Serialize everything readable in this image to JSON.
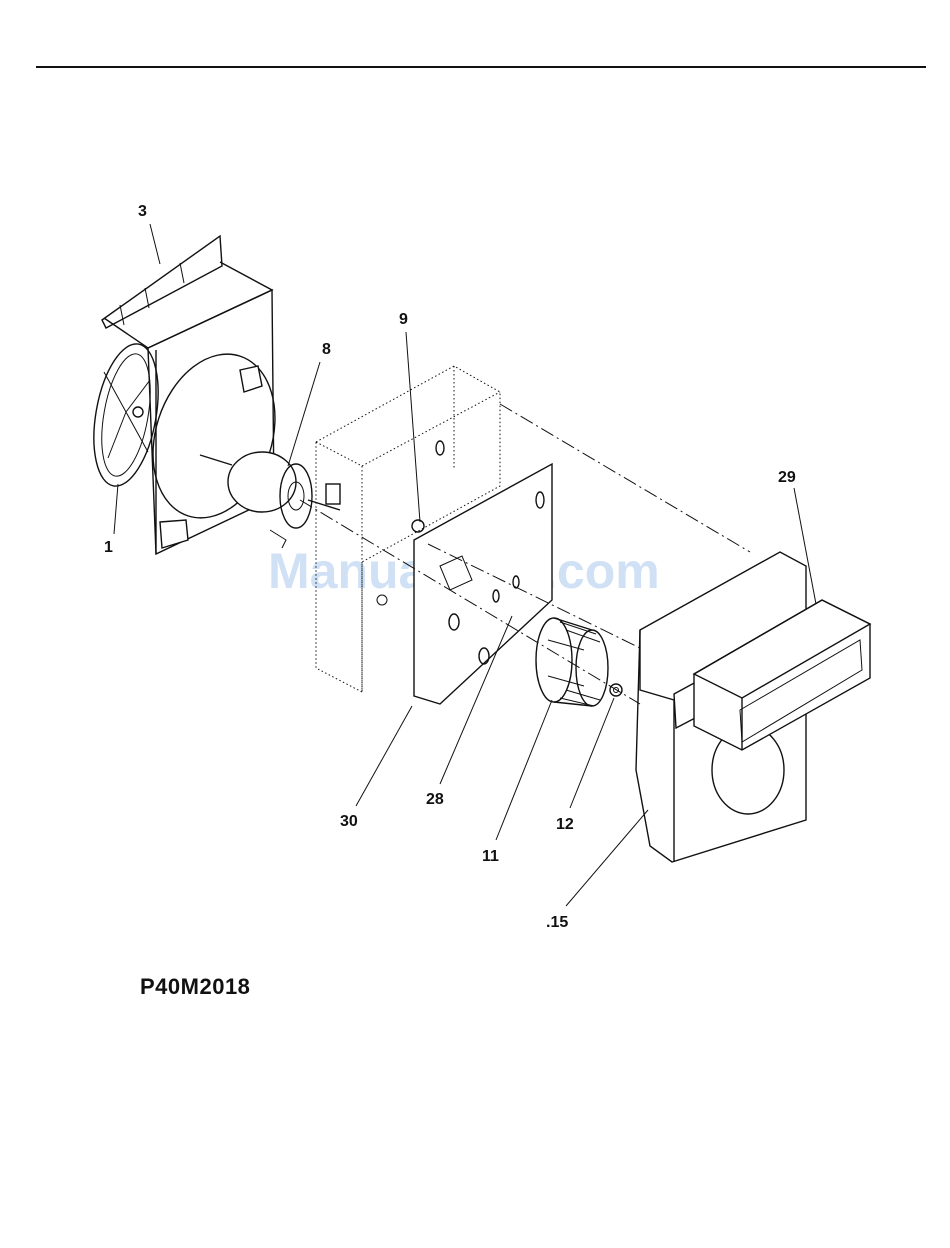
{
  "model_number": "P40M2018",
  "watermark": "ManualsLib.com",
  "callouts": [
    {
      "id": "1",
      "text": "1"
    },
    {
      "id": "3",
      "text": "3"
    },
    {
      "id": "8",
      "text": "8"
    },
    {
      "id": "9",
      "text": "9"
    },
    {
      "id": "29",
      "text": "29"
    },
    {
      "id": "30",
      "text": "30"
    },
    {
      "id": "28",
      "text": "28"
    },
    {
      "id": "11",
      "text": "11"
    },
    {
      "id": "12",
      "text": "12"
    },
    {
      "id": "15",
      "text": ".15"
    }
  ]
}
